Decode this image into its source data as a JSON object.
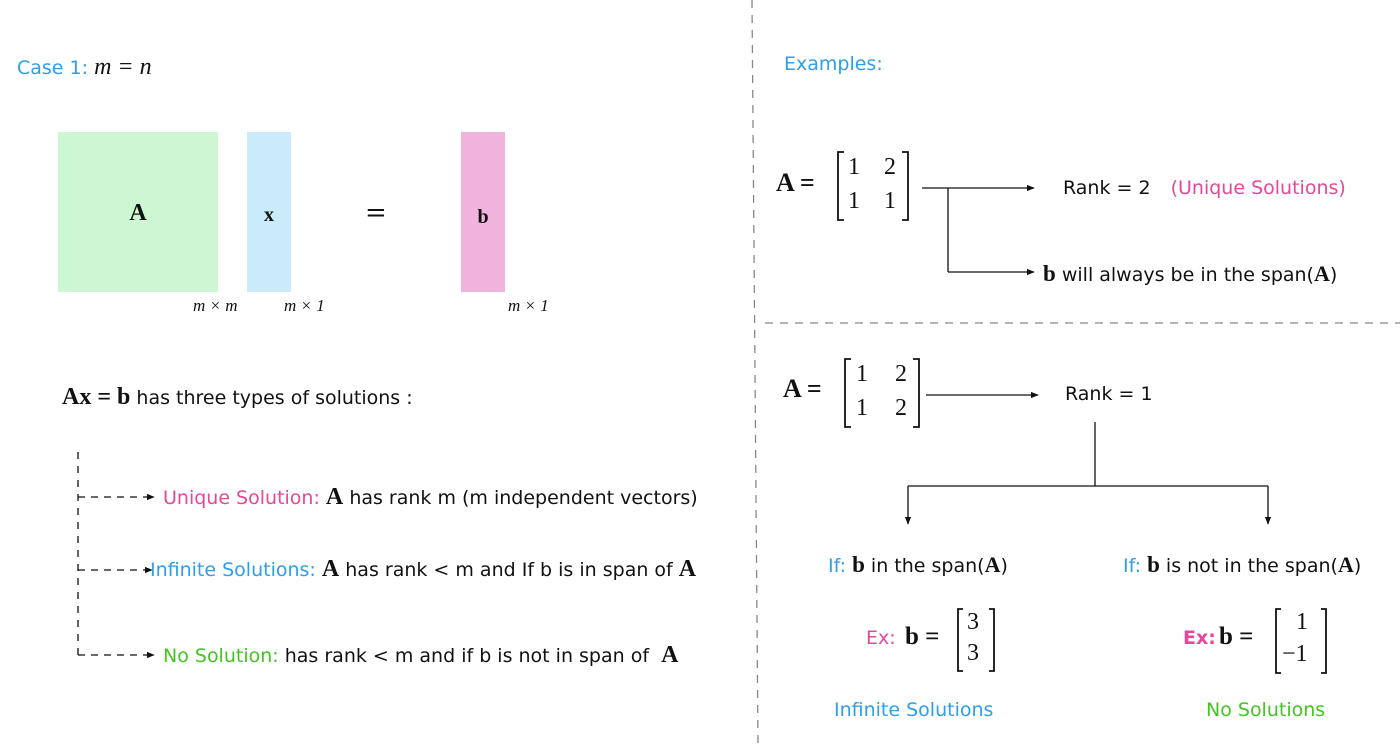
{
  "left": {
    "case_label": "Case 1:",
    "case_eq": "m = n",
    "matrix_A": "A",
    "vector_x": "x",
    "equals": "=",
    "vector_b": "b",
    "dim_A": "m × m",
    "dim_x": "m × 1",
    "dim_b": "m × 1",
    "statement_eq": "Ax = b",
    "statement_text": "has three types of solutions :",
    "unique_label": "Unique Solution:",
    "unique_A": "A",
    "unique_text": "has rank m (m independent vectors)",
    "infinite_label": "Infinite Solutions:",
    "infinite_A": "A",
    "infinite_text": "has rank < m and If b is in span of",
    "infinite_A2": "A",
    "none_label": "No Solution:",
    "none_text": "has rank < m and if b is not in span of",
    "none_A": "A"
  },
  "right": {
    "examples_label": "Examples:",
    "ex1": {
      "lhs": "A =",
      "m11": "1",
      "m12": "2",
      "m21": "1",
      "m22": "1",
      "rank_text": "Rank = 2",
      "rank_note": "(Unique Solutions)",
      "span_b": "b",
      "span_text": "will always be in the span(",
      "span_A": "A",
      "span_close": ")"
    },
    "ex2": {
      "lhs": "A =",
      "m11": "1",
      "m12": "2",
      "m21": "1",
      "m22": "2",
      "rank_text": "Rank = 1",
      "left_if": "If:",
      "left_b": "b",
      "left_text": "in the span(",
      "left_A": "A",
      "left_close": ")",
      "left_ex": "Ex:",
      "left_lhs": "b =",
      "left_v1": "3",
      "left_v2": "3",
      "left_result": "Infinite Solutions",
      "right_if": "If:",
      "right_b": "b",
      "right_text": "is not in the span(",
      "right_A": "A",
      "right_close": ")",
      "right_ex": "Ex:",
      "right_lhs": "b =",
      "right_v1": "1",
      "right_v2": "−1",
      "right_result": "No Solutions"
    }
  },
  "colors": {
    "blue": "#2f9ee8",
    "pink": "#e5489a",
    "green": "#44c422",
    "box_A": "#ccf7d2",
    "box_x": "#c9ebfa",
    "box_b": "#f1b3de"
  }
}
